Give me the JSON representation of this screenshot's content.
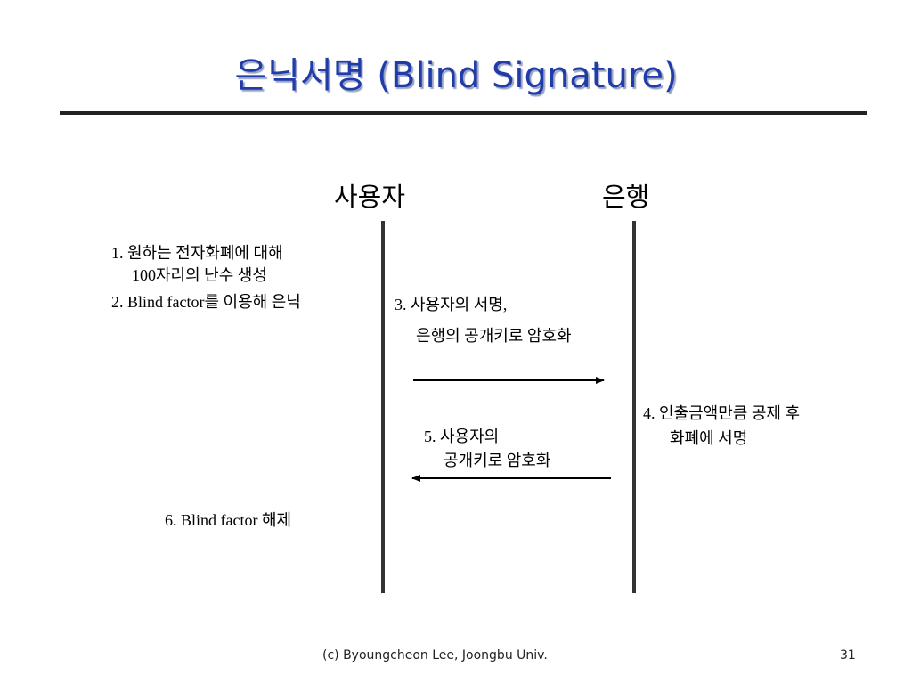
{
  "title": "은닉서명 (Blind Signature)",
  "actors": {
    "user": "사용자",
    "bank": "은행"
  },
  "user_steps": {
    "step1_line1": "1. 원하는 전자화폐에 대해",
    "step1_line2": "100자리의 난수 생성",
    "step2": "2. Blind factor를 이용해 은닉"
  },
  "message_to_bank": {
    "line1": "3. 사용자의 서명,",
    "line2": "은행의 공개키로 암호화"
  },
  "bank_step": {
    "line1": "4. 인출금액만큼 공제 후",
    "line2": "화폐에 서명"
  },
  "message_to_user": {
    "line1": "5. 사용자의",
    "line2": "공개키로 암호화"
  },
  "user_final": "6. Blind factor 해제",
  "footer": {
    "credit": "(c) Byoungcheon Lee, Joongbu Univ.",
    "page_number": "31"
  }
}
